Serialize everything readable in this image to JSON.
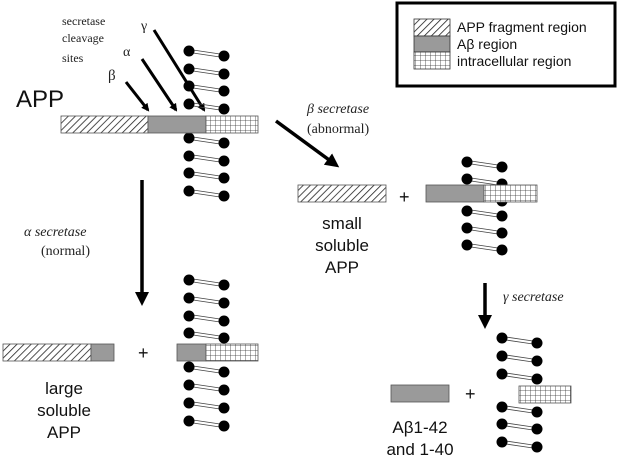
{
  "legend": {
    "items": [
      {
        "pattern": "hatch",
        "label": "APP fragment region"
      },
      {
        "pattern": "gray",
        "label": "Aβ region"
      },
      {
        "pattern": "grid",
        "label": "intracellular region"
      }
    ]
  },
  "labels": {
    "app": "APP",
    "cleavage_sites": [
      "secretase",
      "cleavage",
      "sites"
    ],
    "beta": "β",
    "alpha": "α",
    "gamma": "γ",
    "beta_secretase": "β secretase",
    "abnormal": "(abnormal)",
    "alpha_secretase": "α secretase",
    "normal": "(normal)",
    "gamma_secretase": "γ secretase",
    "small_soluble": [
      "small",
      "soluble",
      "APP"
    ],
    "large_soluble": [
      "large",
      "soluble",
      "APP"
    ],
    "abeta_products": [
      "Aβ1-42",
      "and 1-40"
    ],
    "plus": "+"
  },
  "colors": {
    "gray_region": "#9a9a9a",
    "ink": "#000000"
  }
}
